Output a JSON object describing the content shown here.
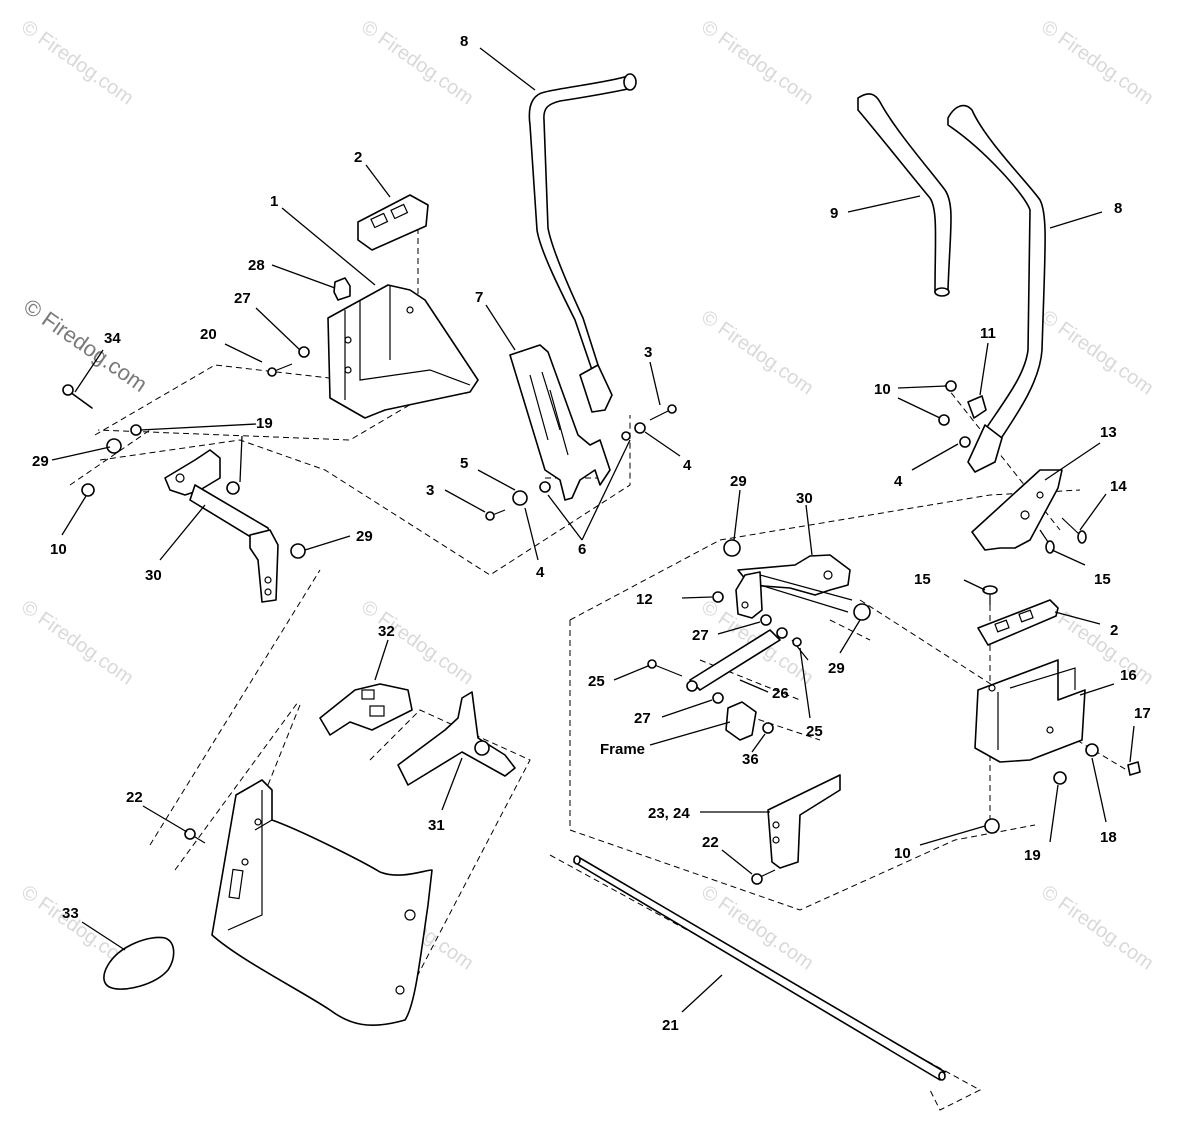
{
  "watermark": {
    "text": "© Firedog.com",
    "color": "#d9d9d9",
    "prominent_color": "#7a7a7a"
  },
  "callouts": {
    "c1": "1",
    "c2a": "2",
    "c2b": "2",
    "c3a": "3",
    "c3b": "3",
    "c4a": "4",
    "c4b": "4",
    "c4c": "4",
    "c5": "5",
    "c6": "6",
    "c7": "7",
    "c8a": "8",
    "c8b": "8",
    "c9": "9",
    "c10a": "10",
    "c10b": "10",
    "c10c": "10",
    "c11": "11",
    "c12": "12",
    "c13": "13",
    "c14": "14",
    "c15a": "15",
    "c15b": "15",
    "c16": "16",
    "c17": "17",
    "c18": "18",
    "c19a": "19",
    "c19b": "19",
    "c20": "20",
    "c21": "21",
    "c22a": "22",
    "c22b": "22",
    "c2324": "23, 24",
    "c25a": "25",
    "c25b": "25",
    "c26": "26",
    "c27a": "27",
    "c27b": "27",
    "c27c": "27",
    "c28": "28",
    "c29a": "29",
    "c29b": "29",
    "c29c": "29",
    "c29d": "29",
    "c30a": "30",
    "c30b": "30",
    "c31": "31",
    "c32": "32",
    "c33": "33",
    "c34": "34",
    "c36": "36",
    "frame": "Frame"
  }
}
